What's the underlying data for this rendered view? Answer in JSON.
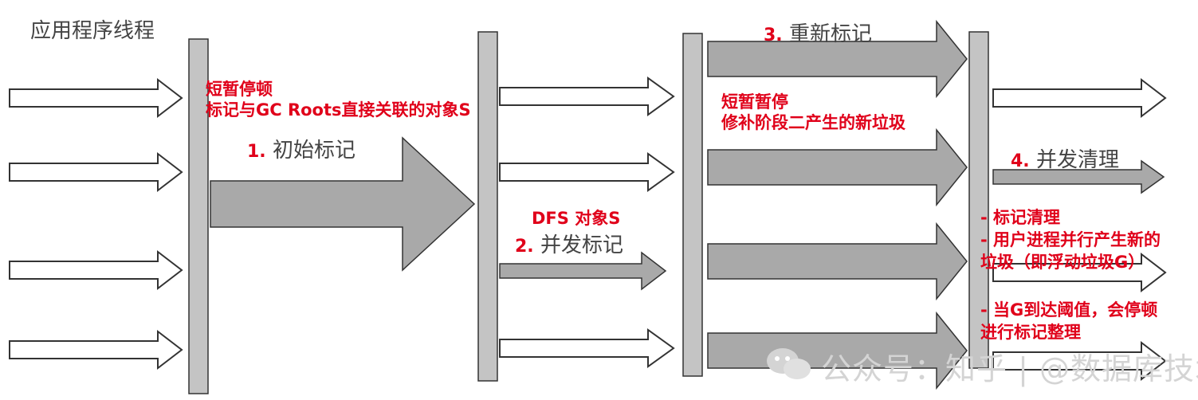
{
  "title": "应用程序线程",
  "phases": {
    "p1": {
      "num": "1.",
      "name": "初始标记"
    },
    "p2": {
      "num": "2.",
      "name": "并发标记"
    },
    "p3": {
      "num": "3.",
      "name": "重新标记"
    },
    "p4": {
      "num": "4.",
      "name": "并发清理"
    }
  },
  "notes": {
    "initial_pause_line1": "短暂停顿",
    "initial_pause_line2": "标记与GC Roots直接关联的对象S",
    "dfs": "DFS 对象S",
    "remark_pause_line1": "短暂暂停",
    "remark_pause_line2": "修补阶段二产生的新垃圾",
    "cleanup_line1": "- 标记清理",
    "cleanup_line2": "- 用户进程并行产生新的",
    "cleanup_line3": "垃圾（即浮动垃圾G）",
    "threshold_line1": "- 当G到达阈值，会停顿",
    "threshold_line2": "进行标记整理"
  },
  "watermark": "公众号：知乎 | @数据库技术",
  "colors": {
    "barFill": "#c4c4c4",
    "arrowFill": "#a9a9a9",
    "stroke": "#333333",
    "hollow": "#ffffff",
    "red": "#e0001a"
  }
}
